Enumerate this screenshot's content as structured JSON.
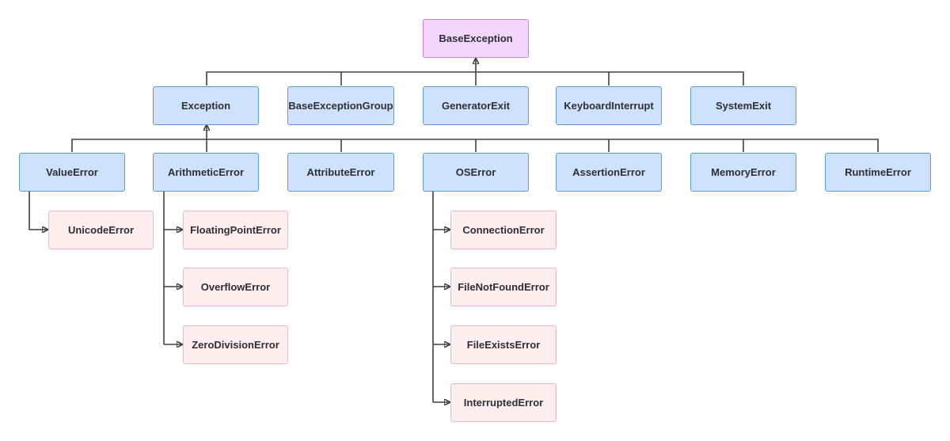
{
  "root": {
    "label": "BaseException"
  },
  "level1": [
    {
      "label": "Exception"
    },
    {
      "label": "BaseExceptionGroup"
    },
    {
      "label": "GeneratorExit"
    },
    {
      "label": "KeyboardInterrupt"
    },
    {
      "label": "SystemExit"
    }
  ],
  "level2": [
    {
      "label": "ValueError"
    },
    {
      "label": "ArithmeticError"
    },
    {
      "label": "AttributeError"
    },
    {
      "label": "OSError"
    },
    {
      "label": "AssertionError"
    },
    {
      "label": "MemoryError"
    },
    {
      "label": "RuntimeError"
    }
  ],
  "value_children": [
    {
      "label": "UnicodeError"
    }
  ],
  "arithmetic_children": [
    {
      "label": "FloatingPointError"
    },
    {
      "label": "OverflowError"
    },
    {
      "label": "ZeroDivisionError"
    }
  ],
  "os_children": [
    {
      "label": "ConnectionError"
    },
    {
      "label": "FileNotFoundError"
    },
    {
      "label": "FileExistsError"
    },
    {
      "label": "InterruptedError"
    }
  ],
  "colors": {
    "root_fill": "#f2d6fb",
    "root_border": "#e07ad9",
    "class_fill": "#cfe2fc",
    "class_border": "#5a9ae6",
    "leaf_fill": "#feeeee",
    "leaf_border": "#f4b6c4",
    "connector": "#3f4046"
  }
}
